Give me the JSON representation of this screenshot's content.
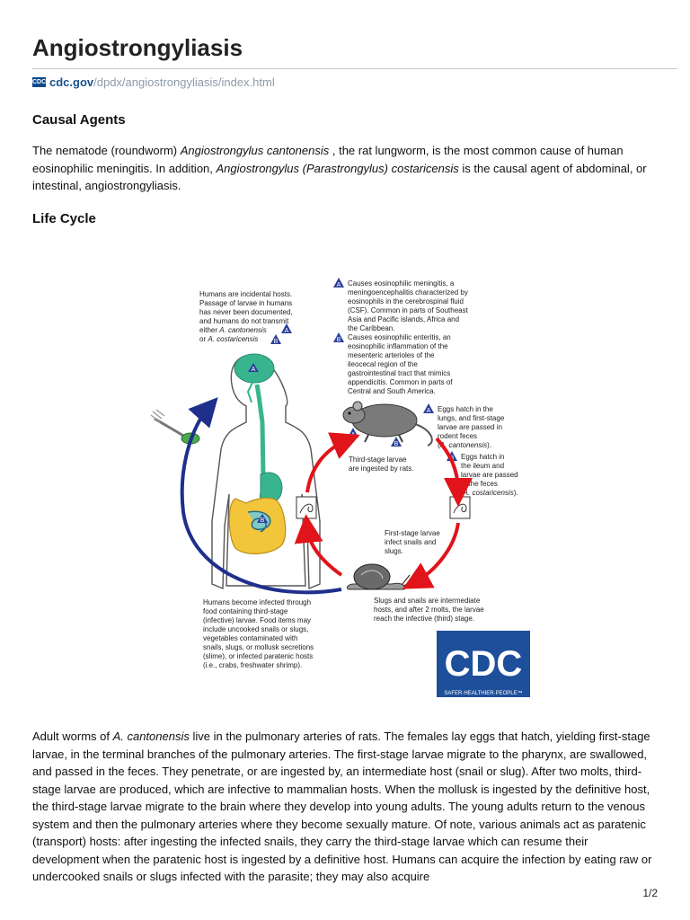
{
  "document": {
    "title": "Angiostrongyliasis",
    "source_badge": "CDC",
    "source_domain": "cdc.gov",
    "source_path": "/dpdx/angiostrongyliasis/index.html",
    "page_number": "1/2"
  },
  "sections": {
    "causal_agents": {
      "heading": "Causal Agents",
      "p1": "The nematode (roundworm) ",
      "p2": "Angiostrongylus cantonensis",
      "p3": " , the rat lungworm, is the most common cause of human eosinophilic meningitis. In addition, ",
      "p4": "Angiostrongylus (Parastrongylus) costaricensis",
      "p5": " is the causal agent of abdominal, or intestinal, angiostrongyliasis."
    },
    "life_cycle": {
      "heading": "Life Cycle",
      "p1": "Adult worms of ",
      "p2": "A. cantonensis",
      "p3": " live in the pulmonary arteries of rats. The females lay eggs that hatch, yielding first-stage larvae, in the terminal branches of the pulmonary arteries. The first-stage larvae migrate to the pharynx, are swallowed, and passed in the feces. They penetrate, or are ingested by, an intermediate host (snail or slug). After two molts, third-stage larvae are produced, which are infective to mammalian hosts. When the mollusk is ingested by the definitive host, the third-stage larvae migrate to the brain where they develop into young adults. The young adults return to the venous system and then the pulmonary arteries where they become sexually mature. Of note, various animals act as paratenic (transport) hosts: after ingesting the infected snails, they carry the third-stage larvae which can resume their development when the paratenic host is ingested by a definitive host. Humans can acquire the infection by eating raw or undercooked snails or slugs infected with the parasite; they may also acquire"
    }
  },
  "diagram": {
    "marker_a": "A",
    "marker_b": "B",
    "incidental": [
      "Humans are incidental hosts.",
      "Passage of larvae in humans",
      "has never been documented,",
      "and humans do not transmit",
      "either ",
      "A. cantonensis",
      "or ",
      "A. costaricensis"
    ],
    "meningitis": [
      "Causes eosinophilic meningitis, a",
      "meningoencephalitis characterized by",
      "eosinophils in the cerebrospinal fluid",
      "(CSF).  Common in parts of Southeast",
      "Asia and Pacific islands, Africa and",
      "the Caribbean."
    ],
    "enteritis": [
      "Causes eosinophilic enteritis, an",
      "eosinophilic inflammation of the",
      "mesenteric arterioles of the",
      "ileocecal region of the",
      "gastrointestinal tract that mimics",
      "appendicitis.  Common in parts of",
      "Central and South America."
    ],
    "eggs_lungs": [
      "Eggs hatch in the",
      "lungs, and first-stage",
      "larvae are passed in",
      "rodent feces",
      "A. cantonensis",
      "(",
      ")."
    ],
    "eggs_ileum": [
      "Eggs hatch in",
      "the ileum and",
      "larvae are passed",
      "in the feces",
      "(",
      "A. costaricensis",
      ")."
    ],
    "third_stage_rats": [
      "Third-stage larvae",
      "are ingested by rats."
    ],
    "first_stage_snails": [
      "First-stage larvae",
      "infect snails and",
      "slugs."
    ],
    "intermediate": [
      "Slugs and snails are intermediate",
      "hosts, and after 2 molts, the larvae",
      "reach the infective (third) stage."
    ],
    "humans_infected": [
      "Humans become infected through",
      "food containing third-stage",
      "(infective) larvae.  Food items may",
      "include uncooked snails or slugs,",
      "vegetables contaminated with",
      "snails, slugs, or mollusk secretions",
      "(slime), or infected paratenic hosts",
      "(i.e., crabs, freshwater shrimp)."
    ],
    "logo": {
      "text": "CDC",
      "tagline": "SAFER·HEALTHIER·PEOPLE™"
    },
    "colors": {
      "red_arrow": "#e0141a",
      "blue_arrow": "#1f2f8c",
      "human_green": "#38b58e",
      "intestine_yellow": "#f3c53b",
      "cdc_blue": "#1d4f9a",
      "marker_blue": "#2a3f9a"
    }
  }
}
